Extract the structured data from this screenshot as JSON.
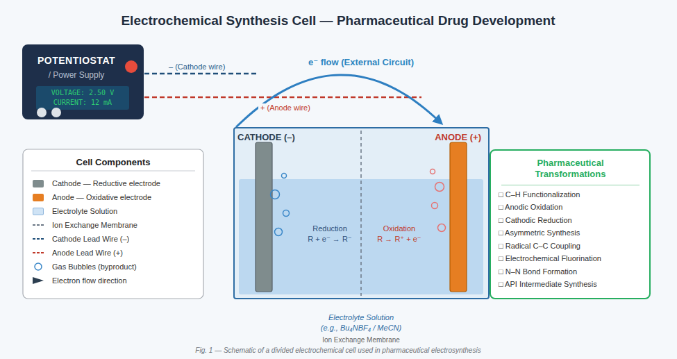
{
  "diagram": {
    "title": "Electrochemical Synthesis Cell — Pharmaceutical Drug Development",
    "caption": "Fig. 1 — Schematic of a divided electrochemical cell used in pharmaceutical electrosynthesis",
    "nodes": [
      {
        "text": [
          "POTENTIOSTAT",
          "/ Power Supply"
        ]
      },
      {
        "text": [
          "VOLTAGE: 2.50 V",
          "CURRENT: 12 mA"
        ],
        "in": 0
      },
      {
        "text": [
          "CATHODE (–)",
          "ANODE (+)"
        ]
      },
      {
        "text": [
          "Pharmaceutical Transformations",
          "□ C–H Functionalization",
          "□ Anodic Oxidation",
          "□ Cathodic Reduction",
          "□ Asymmetric Synthesis",
          "□ Radical C–C Coupling",
          "□ Electrochemical Fluorination",
          "□ N–N Bond Formation",
          "□ API Intermediate Synthesis"
        ]
      }
    ],
    "labels": [
      "– (Cathode wire)",
      "+ (Anode wire)",
      "e⁻ flow (External Circuit)",
      "Reduction",
      "R + e⁻ → R⁻",
      "Oxidation",
      "R → R⁺ + e⁻",
      "Electrolyte Solution",
      "(e.g., Bu₄NBF₄ / MeCN)",
      "Ion Exchange Membrane",
      "Cell Components"
    ],
    "legend": [
      {
        "text": "Cathode — Reductive electrode",
        "color": "#7f8c8d"
      },
      {
        "text": "Anode — Oxidative electrode",
        "color": "#e67e22"
      },
      {
        "text": "Electrolyte Solution",
        "color": "#cfe3f5"
      },
      {
        "text": "Ion Exchange Membrane"
      },
      {
        "text": "Cathode Lead Wire (–)"
      },
      {
        "text": "Anode Lead Wire (+)"
      },
      {
        "text": "Gas Bubbles (byproduct)"
      },
      {
        "text": "Electron flow direction"
      }
    ]
  }
}
